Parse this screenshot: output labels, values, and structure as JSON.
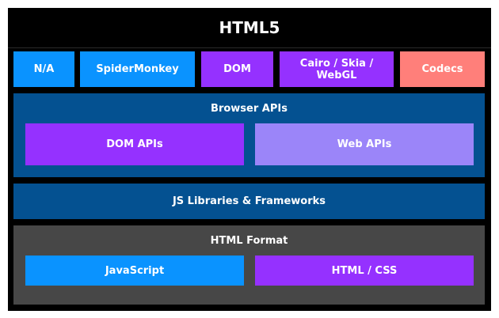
{
  "diagram": {
    "title": "HTML5",
    "colors": {
      "background": "#000000",
      "light_blue": "#0a93ff",
      "purple": "#9531ff",
      "light_purple": "#9b85f9",
      "salmon": "#ff7f7a",
      "dark_blue_panel": "#045191",
      "gray_panel": "#474747",
      "text": "#ffffff"
    },
    "top_row": [
      {
        "label": "N/A",
        "color": "#0a93ff"
      },
      {
        "label": "SpiderMonkey",
        "color": "#0a93ff"
      },
      {
        "label": "DOM",
        "color": "#9531ff"
      },
      {
        "label": "Cairo / Skia / WebGL",
        "color": "#9531ff"
      },
      {
        "label": "Codecs",
        "color": "#ff7f7a"
      }
    ],
    "browser_apis": {
      "label": "Browser APIs",
      "items": [
        {
          "label": "DOM APIs",
          "color": "#9531ff"
        },
        {
          "label": "Web APIs",
          "color": "#9b85f9"
        }
      ]
    },
    "js_libraries": {
      "label": "JS Libraries & Frameworks"
    },
    "html_format": {
      "label": "HTML Format",
      "items": [
        {
          "label": "JavaScript",
          "color": "#0a93ff"
        },
        {
          "label": "HTML / CSS",
          "color": "#9531ff"
        }
      ]
    }
  }
}
